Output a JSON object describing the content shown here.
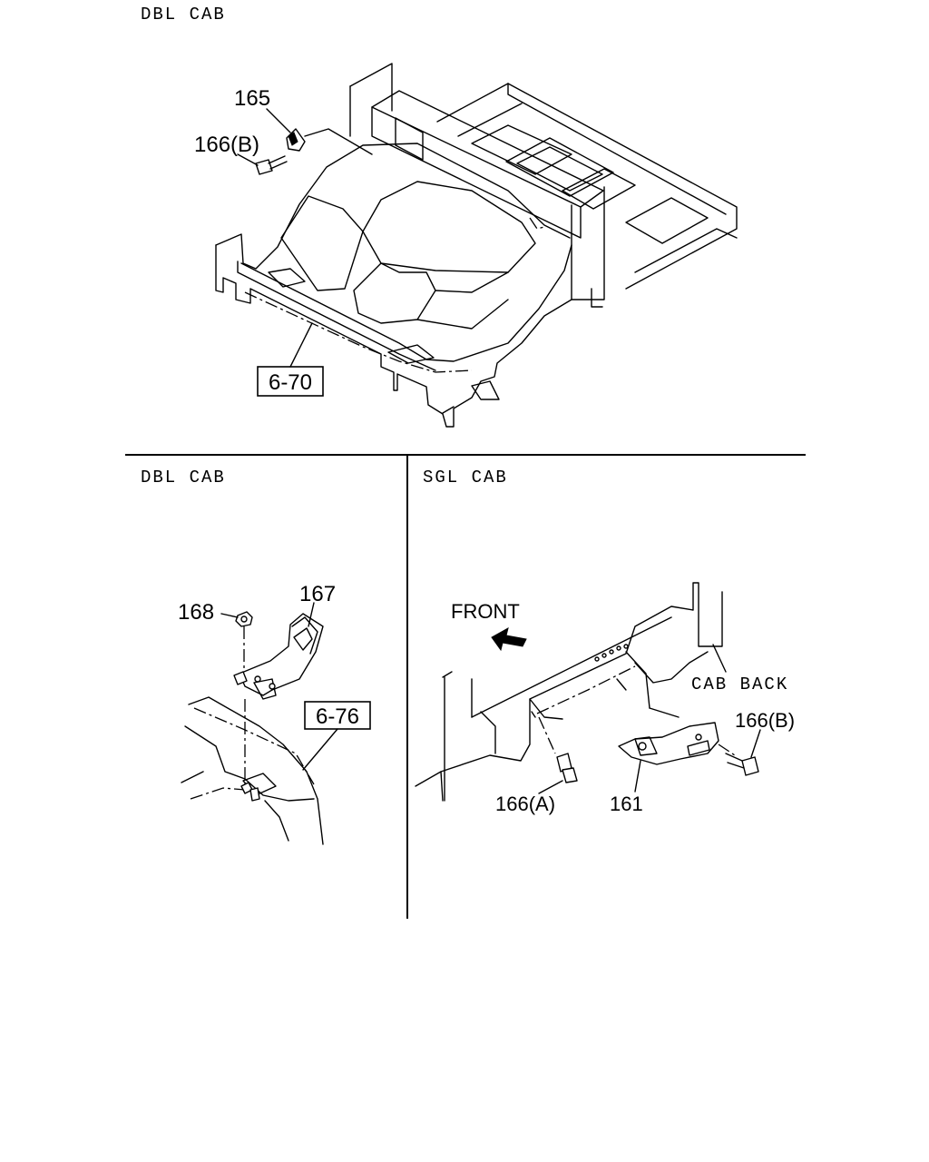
{
  "panels": {
    "top": {
      "header": "DBL CAB",
      "label_165": "165",
      "label_166b": "166(B)",
      "ref_box": "6-70"
    },
    "bottom_left": {
      "header": "DBL CAB",
      "label_168": "168",
      "label_167": "167",
      "ref_box": "6-76"
    },
    "bottom_right": {
      "header": "SGL CAB",
      "front_label": "FRONT",
      "cab_back_label": "CAB BACK",
      "label_166b": "166(B)",
      "label_166a": "166(A)",
      "label_161": "161"
    }
  }
}
